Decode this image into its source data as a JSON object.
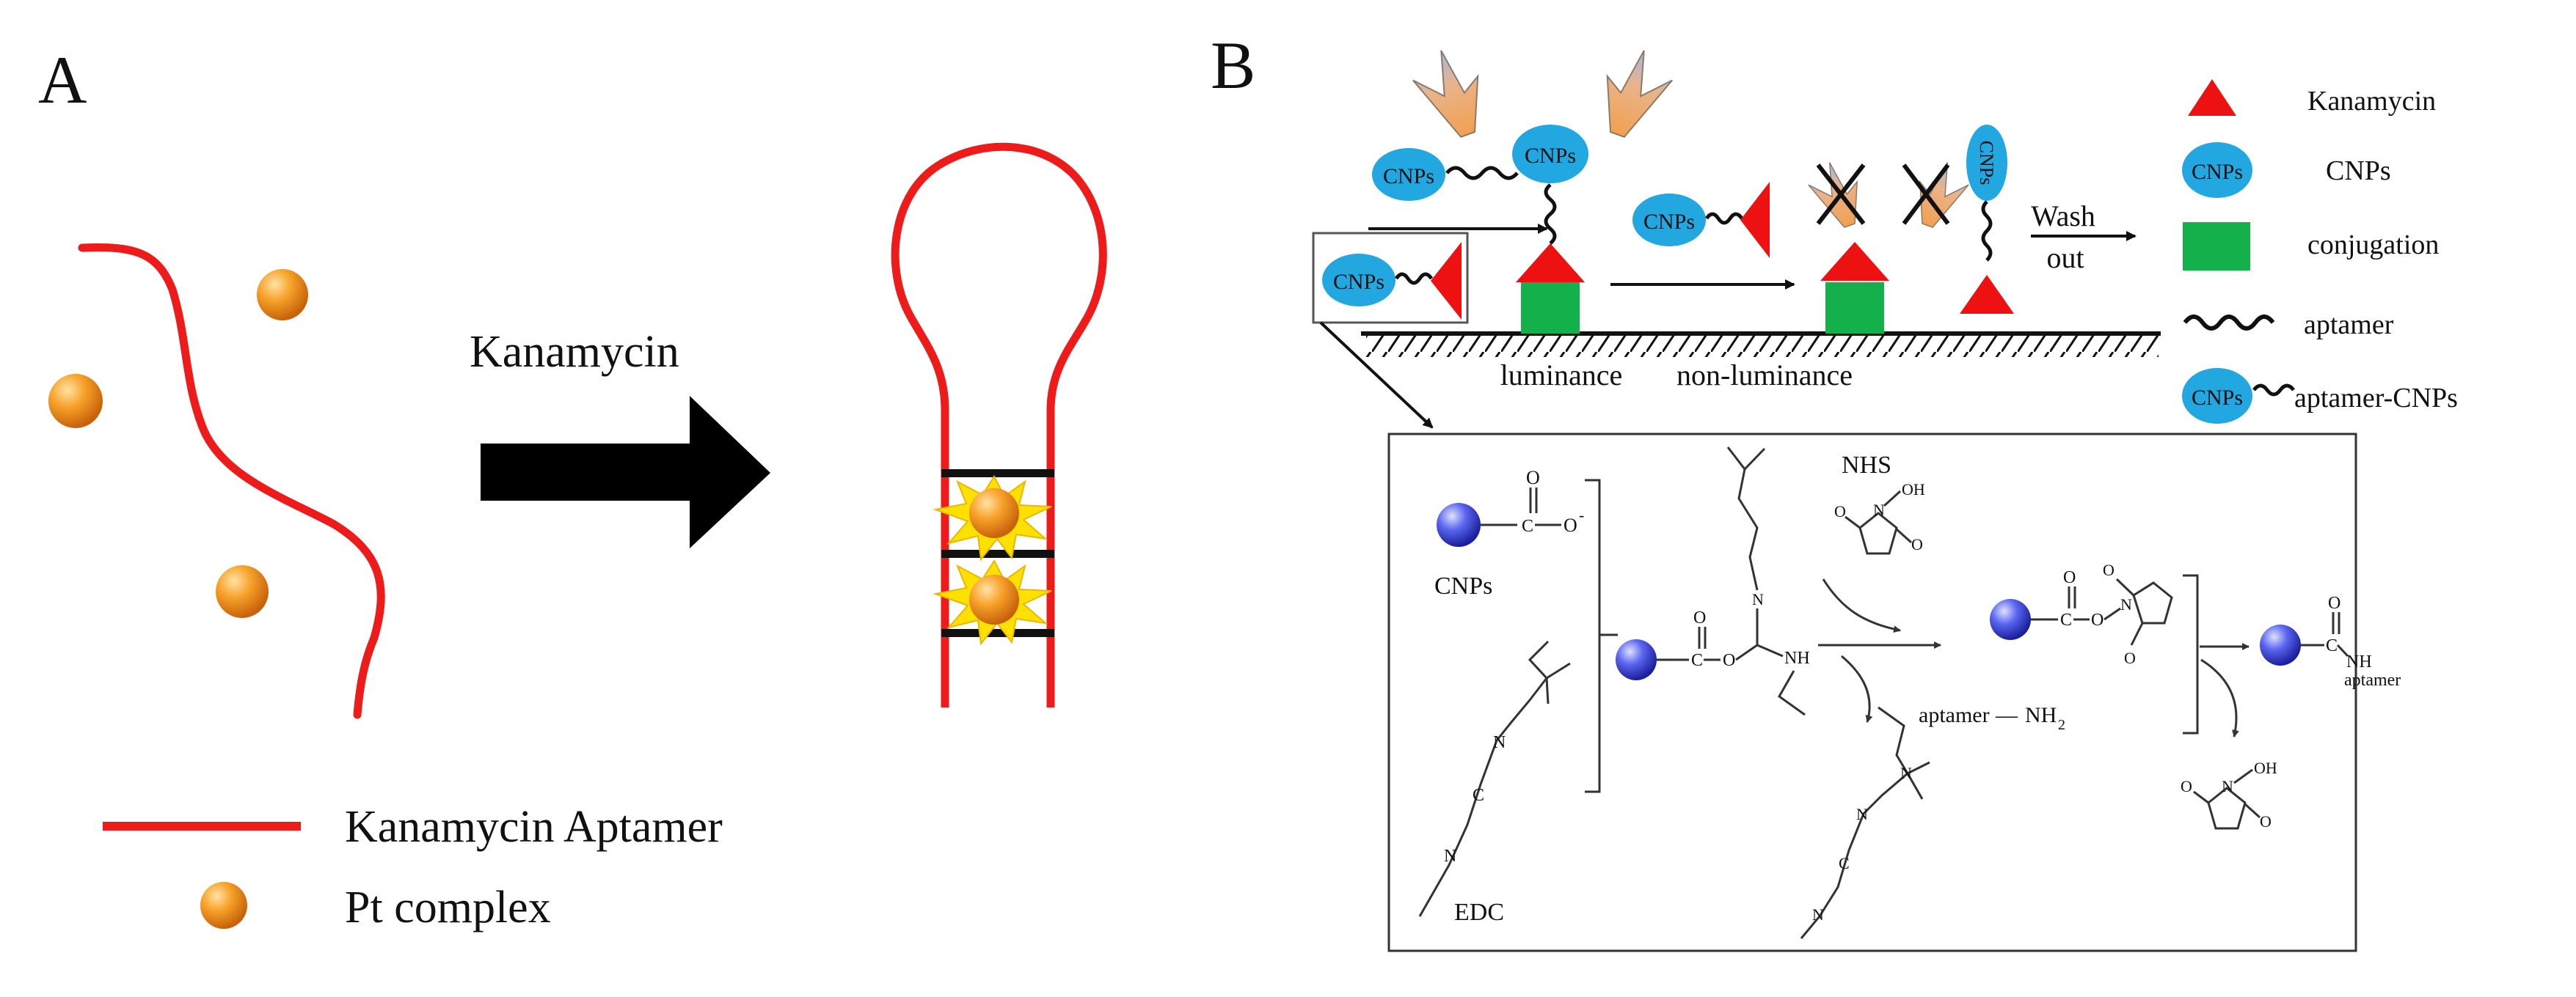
{
  "panel_a": {
    "label": "A",
    "arrow_label": "Kanamycin",
    "legend": {
      "aptamer": "Kanamycin Aptamer",
      "pt": "Pt complex"
    }
  },
  "panel_b": {
    "label": "B",
    "cnps_tag": "CNPs",
    "wash_line1": "Wash",
    "wash_line2": "out",
    "luminance": "luminance",
    "non_luminance": "non-luminance",
    "legend": {
      "kanamycin": "Kanamycin",
      "cnps": "CNPs",
      "conjugation": "conjugation",
      "aptamer": "aptamer",
      "aptamer_cnps": "aptamer-CNPs"
    },
    "chem": {
      "cnps": "CNPs",
      "edc": "EDC",
      "nhs": "NHS",
      "aptamer_nh2": "aptamer",
      "nh2": "NH",
      "aptamer_end": "aptamer",
      "o": "O",
      "o_minus": "O",
      "c": "C",
      "n": "N",
      "oh": "OH",
      "nh": "NH",
      "minus": "-",
      "sub2": "2",
      "dash": "—"
    }
  },
  "colors": {
    "aptamer_red": "#ee1b1b",
    "pt_orange": "#f7941d",
    "cnps_blue": "#22a7e0",
    "kanamycin_red": "#ee1111",
    "conjugation_green": "#13b04b",
    "sphere_blue": "#2f3fd6",
    "star_yellow": "#ffe000"
  }
}
